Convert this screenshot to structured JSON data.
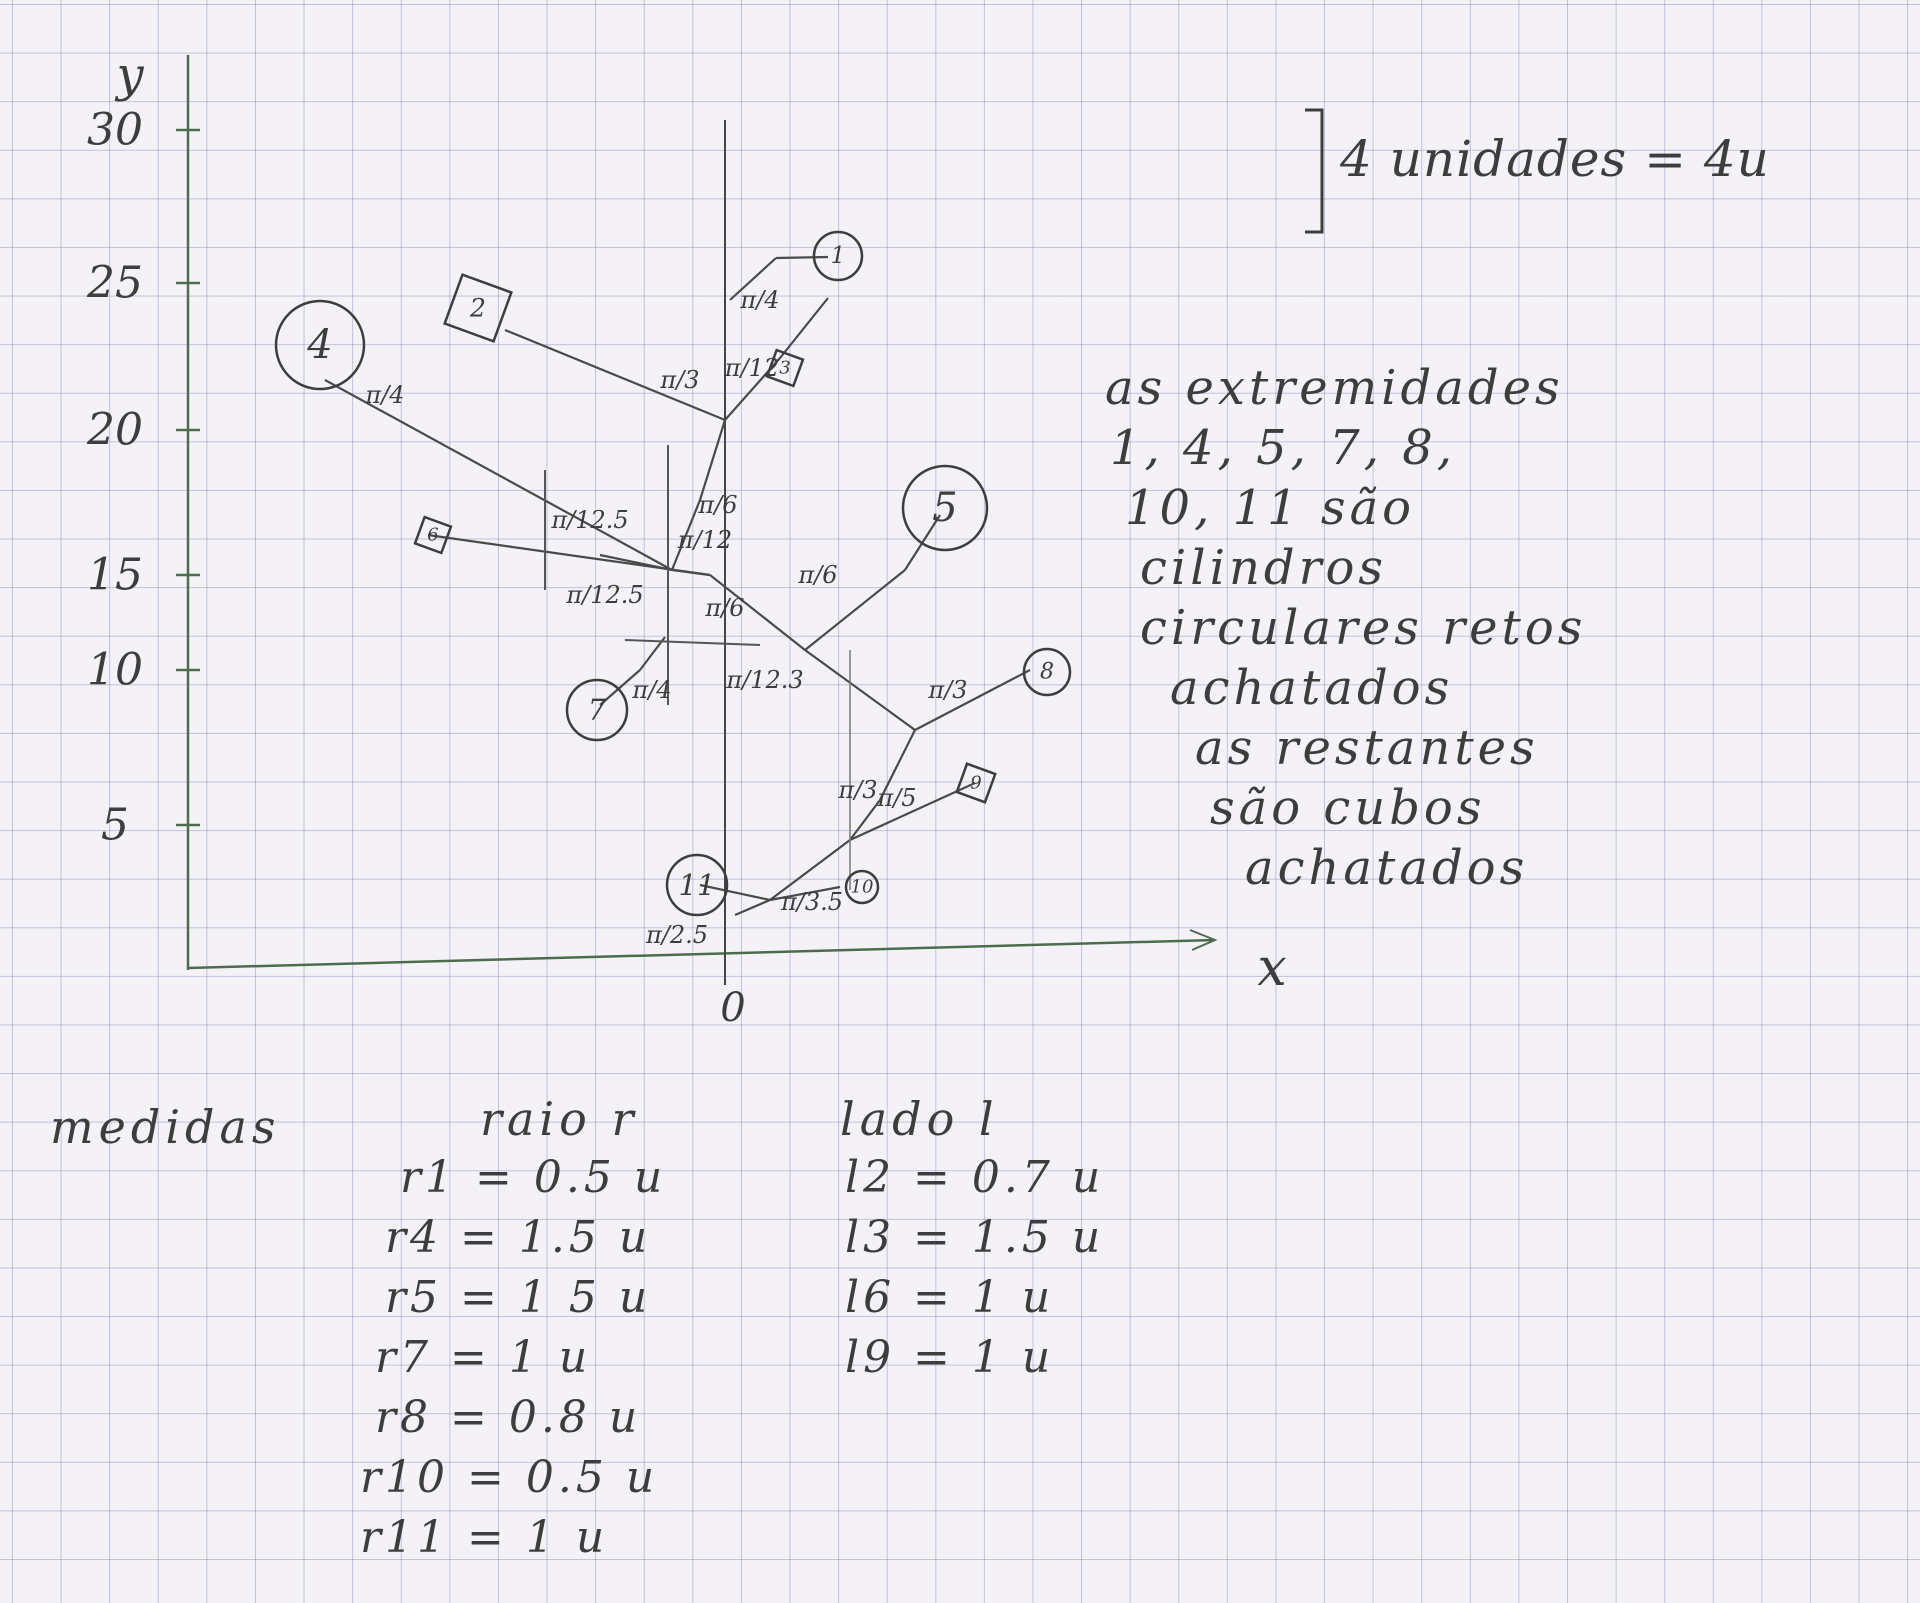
{
  "axes": {
    "x_label": "x",
    "y_label": "y",
    "y_ticks": [
      "30",
      "25",
      "20",
      "15",
      "10",
      "5"
    ],
    "origin": "0"
  },
  "scale_note": "4 unidades = 4u",
  "nodes": [
    {
      "label": "1",
      "shape": "circle"
    },
    {
      "label": "2",
      "shape": "square"
    },
    {
      "label": "3",
      "shape": "square"
    },
    {
      "label": "4",
      "shape": "circle"
    },
    {
      "label": "5",
      "shape": "circle"
    },
    {
      "label": "6",
      "shape": "square"
    },
    {
      "label": "7",
      "shape": "circle"
    },
    {
      "label": "8",
      "shape": "circle"
    },
    {
      "label": "9",
      "shape": "square"
    },
    {
      "label": "10",
      "shape": "circle"
    },
    {
      "label": "11",
      "shape": "circle"
    }
  ],
  "branch_labels": [
    "π/4",
    "π/3",
    "π/12",
    "π/4",
    "π/6",
    "π/12",
    "π/12.5",
    "π/12.5",
    "π/6",
    "π/6",
    "π/4",
    "π/12.3",
    "π/3",
    "π/3",
    "π/5",
    "π/3.5",
    "π/2.5"
  ],
  "notes": [
    "as extremidades",
    "1, 4, 5, 7, 8,",
    "10, 11 são",
    "cilindros",
    "circulares retos",
    "achatados",
    "as restantes",
    "são cubos",
    "achatados"
  ],
  "measurements": {
    "title": "medidas",
    "radius_header": "raio r",
    "side_header": "lado l",
    "radii": [
      "r1 = 0.5 u",
      "r4 = 1.5 u",
      "r5 = 1 5 u",
      "r7 = 1 u",
      "r8 = 0.8 u",
      "r10 = 0.5 u",
      "r11 = 1 u"
    ],
    "sides": [
      "l2 = 0.7 u",
      "l3 = 1.5 u",
      "l6 = 1 u",
      "l9 = 1 u"
    ]
  },
  "colors": {
    "pencil": "#3d3d3d",
    "axis_green": "#4d6b4d",
    "grid": "#9a9ac8",
    "paper": "#f4f2f7"
  }
}
